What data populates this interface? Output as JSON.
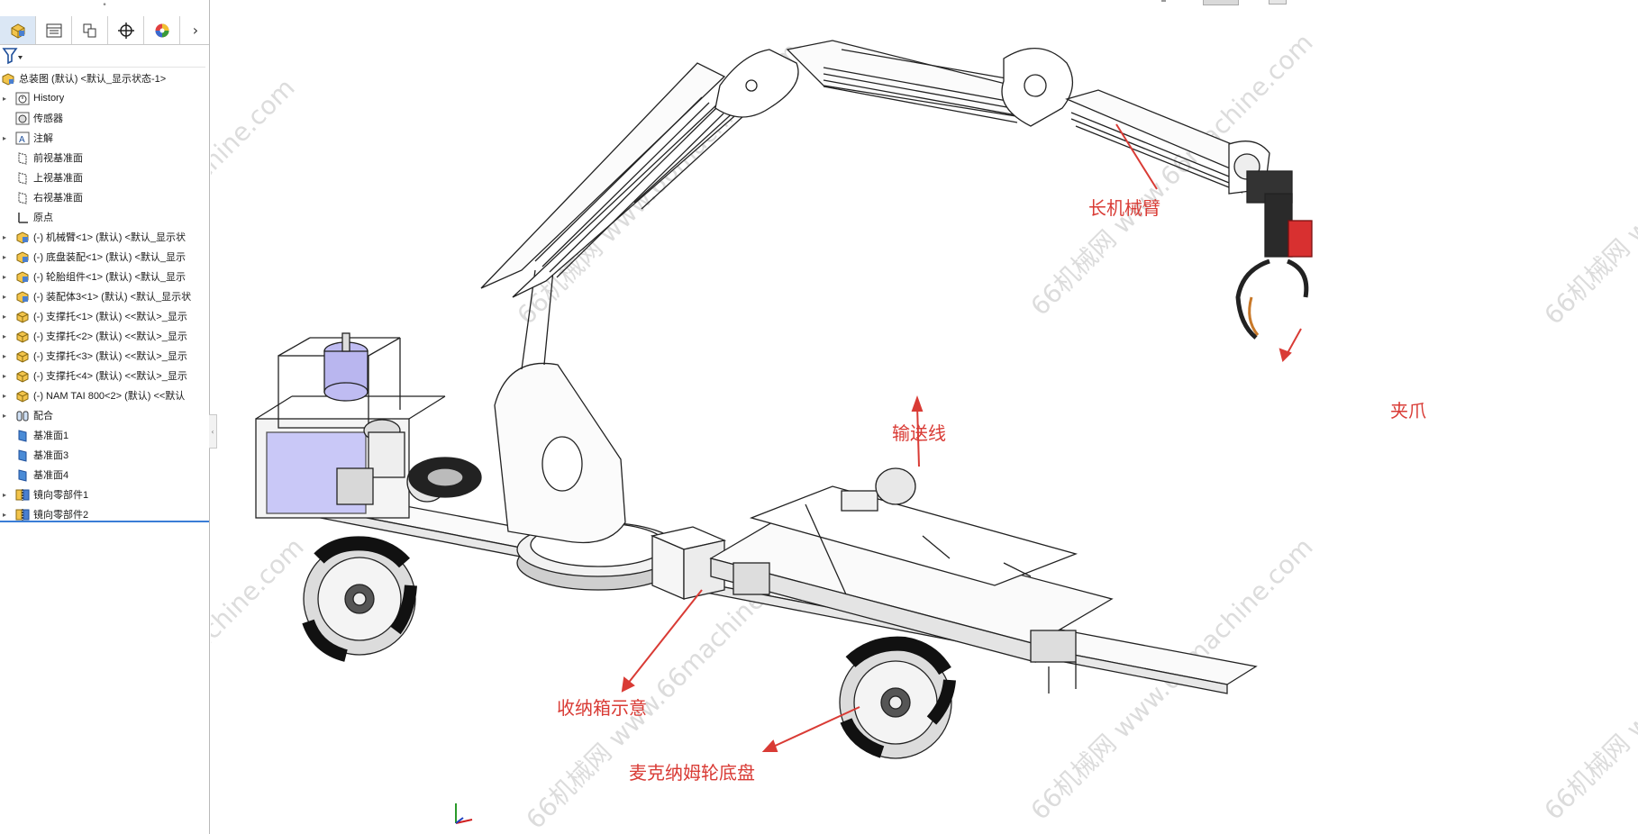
{
  "panel": {
    "tabs": [
      {
        "icon": "feature-manager-icon"
      },
      {
        "icon": "property-manager-icon"
      },
      {
        "icon": "configuration-manager-icon"
      },
      {
        "icon": "dimxpert-icon"
      },
      {
        "icon": "display-manager-icon"
      }
    ],
    "more_tabs_glyph": "›",
    "filter_icon": "filter-icon",
    "tree": [
      {
        "label": "总装图 (默认) <默认_显示状态-1>",
        "icon": "assembly-icon",
        "expandable": false,
        "root": true
      },
      {
        "label": "History",
        "icon": "history-icon",
        "expandable": true
      },
      {
        "label": "传感器",
        "icon": "sensor-icon",
        "expandable": false
      },
      {
        "label": "注解",
        "icon": "annotation-icon",
        "expandable": true
      },
      {
        "label": "前视基准面",
        "icon": "plane-icon",
        "expandable": false
      },
      {
        "label": "上视基准面",
        "icon": "plane-icon",
        "expandable": false
      },
      {
        "label": "右视基准面",
        "icon": "plane-icon",
        "expandable": false
      },
      {
        "label": "原点",
        "icon": "origin-icon",
        "expandable": false
      },
      {
        "label": "(-) 机械臂<1> (默认) <默认_显示状",
        "icon": "subassembly-icon",
        "expandable": true
      },
      {
        "label": "(-) 底盘装配<1> (默认) <默认_显示",
        "icon": "subassembly-icon",
        "expandable": true
      },
      {
        "label": "(-) 轮胎组件<1> (默认) <默认_显示",
        "icon": "subassembly-icon",
        "expandable": true
      },
      {
        "label": "(-) 装配体3<1> (默认) <默认_显示状",
        "icon": "subassembly-icon",
        "expandable": true
      },
      {
        "label": "(-) 支撑托<1> (默认) <<默认>_显示",
        "icon": "part-icon",
        "expandable": true
      },
      {
        "label": "(-) 支撑托<2> (默认) <<默认>_显示",
        "icon": "part-icon",
        "expandable": true
      },
      {
        "label": "(-) 支撑托<3> (默认) <<默认>_显示",
        "icon": "part-icon",
        "expandable": true
      },
      {
        "label": "(-) 支撑托<4> (默认) <<默认>_显示",
        "icon": "part-icon",
        "expandable": true
      },
      {
        "label": "(-) NAM TAI 800<2> (默认) <<默认",
        "icon": "part-icon",
        "expandable": true
      },
      {
        "label": "配合",
        "icon": "mates-icon",
        "expandable": true
      },
      {
        "label": "基准面1",
        "icon": "plane-blue-icon",
        "expandable": false
      },
      {
        "label": "基准面3",
        "icon": "plane-blue-icon",
        "expandable": false
      },
      {
        "label": "基准面4",
        "icon": "plane-blue-icon",
        "expandable": false
      },
      {
        "label": "镜向零部件1",
        "icon": "mirror-component-icon",
        "expandable": true
      },
      {
        "label": "镜向零部件2",
        "icon": "mirror-component-icon",
        "expandable": true
      }
    ]
  },
  "viewport": {
    "annotations": {
      "arm": "长机械臂",
      "gripper": "夹爪",
      "conveyor": "输送线",
      "storage_box": "收纳箱示意",
      "chassis": "麦克纳姆轮底盘"
    },
    "watermark_text": "66机械网 www.66machine.com",
    "annotation_color": "#d93b35",
    "triad_icon": "coordinate-triad-icon"
  }
}
